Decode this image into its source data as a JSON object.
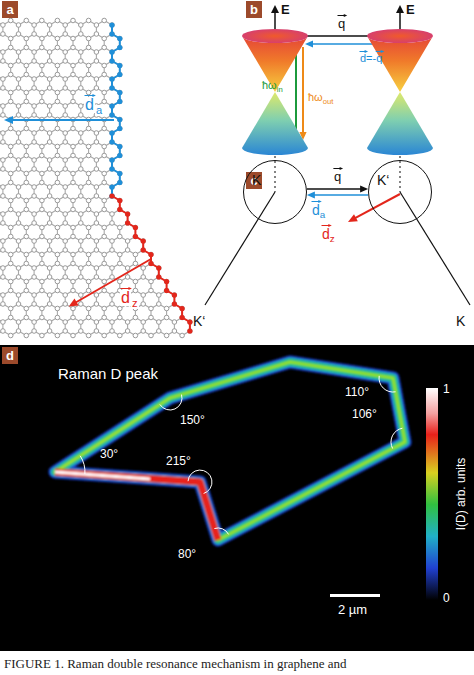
{
  "diagram": {
    "caption": "FIGURE 1. Raman double resonance mechanism in graphene and",
    "nodes": [
      {
        "text": [
          "a"
        ]
      },
      {
        "text": [
          "b"
        ]
      },
      {
        "text": [
          "c"
        ]
      },
      {
        "text": [
          "K"
        ]
      },
      {
        "text": [
          "K‘"
        ]
      },
      {
        "text": [
          "d"
        ]
      }
    ],
    "edges": [
      {
        "from": 3,
        "to": 4,
        "arrow": "to",
        "label": "q"
      },
      {
        "from": 4,
        "to": 3,
        "arrow": "to"
      }
    ],
    "labels": [
      "d",
      "a",
      "d",
      "z",
      "E",
      "E",
      "q",
      "ħω",
      "in",
      "ħω",
      "out",
      "d=-q",
      "d",
      "a",
      "d",
      "z",
      "K‘",
      "K",
      "Raman D peak",
      "150°",
      "110°",
      "106°",
      "30°",
      "215°",
      "80°",
      "2 µm",
      "1",
      "I(D) arb. units",
      "0"
    ]
  }
}
